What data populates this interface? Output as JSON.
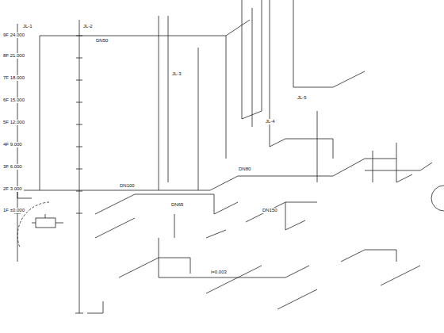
{
  "diagram": {
    "labels": [
      "JL-1",
      "9F 24.000",
      "8F 21.000",
      "7F 18.000",
      "6F 15.000",
      "5F 12.000",
      "4F 9.000",
      "3F 6.000",
      "2F 3.000",
      "1F ±0.000",
      "JL-2",
      "DN50",
      "JL-3",
      "DN100",
      "DN65",
      "JL-4",
      "DN80",
      "JL-5",
      "DN150",
      "i=0.003"
    ]
  }
}
